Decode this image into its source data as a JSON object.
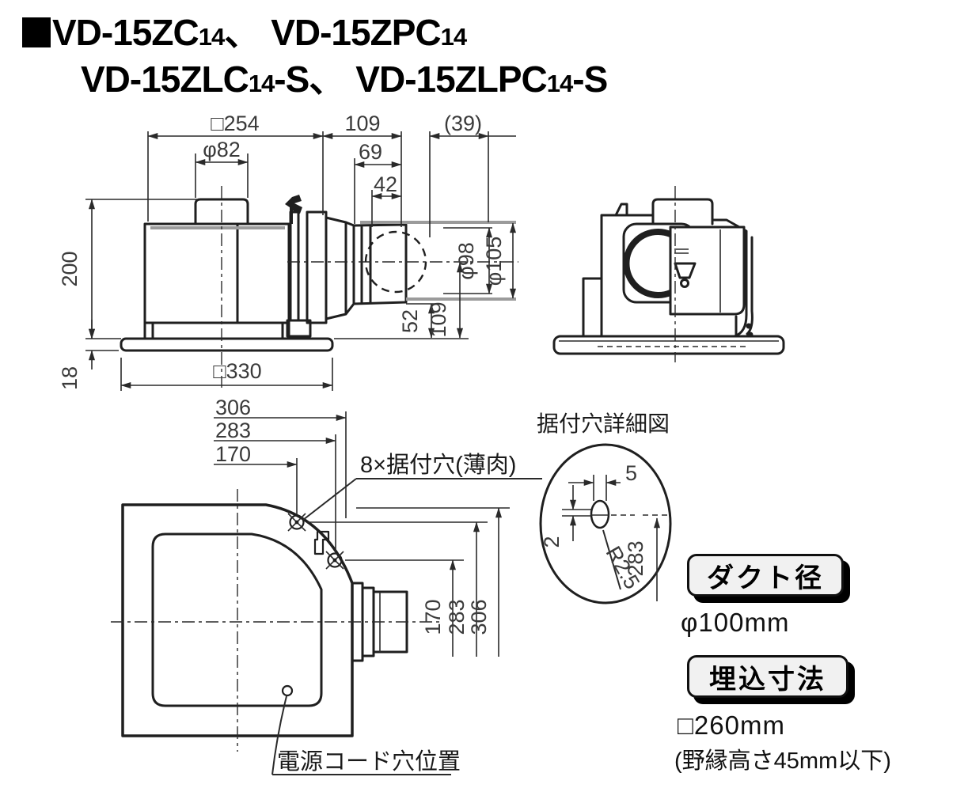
{
  "title": {
    "marker_icon": "black-square-bullet",
    "separator": "、",
    "models": {
      "m1": "VD-15ZC",
      "m1_sub": "14",
      "m2": "VD-15ZPC",
      "m2_sub": "14",
      "m3": "VD-15ZLC",
      "m3_sub": "14",
      "m3_suffix": "-S",
      "m4": "VD-15ZLPC",
      "m4_sub": "14",
      "m4_suffix": "-S"
    }
  },
  "front_view": {
    "dims": {
      "overall_width": "□254",
      "top_duct_dia": "φ82",
      "duct_len": "109",
      "len69": "69",
      "len42": "42",
      "len39": "(39)",
      "height": "200",
      "flange_thickness": "18",
      "flange_width": "□330",
      "duct_inner_dia": "φ98",
      "duct_outer_dia": "φ105",
      "v52": "52",
      "v109": "109"
    }
  },
  "side_view": {},
  "bottom_view": {
    "dims": {
      "x306": "306",
      "x283": "283",
      "x170": "170",
      "y170": "170",
      "y283": "283",
      "y306": "306"
    },
    "mount_hole_label": "8×据付穴(薄肉)",
    "power_cord_label": "電源コード穴位置"
  },
  "detail_view": {
    "title": "据付穴詳細図",
    "dims": {
      "w5": "5",
      "h2": "2",
      "radius": "R2.5",
      "p283": "283"
    }
  },
  "info_panel": {
    "duct": {
      "badge": "ダクト径",
      "value": "φ100mm"
    },
    "embed": {
      "badge": "埋込寸法",
      "value": "□260mm",
      "note": "(野縁高さ45mm以下)"
    }
  },
  "colors": {
    "line": "#1f1f1f",
    "dim_text": "#3a3a3a",
    "accent_gray": "#9b9b9b",
    "badge_fill": "#f1f1f1",
    "badge_shadow": "#000000",
    "background": "#ffffff"
  }
}
